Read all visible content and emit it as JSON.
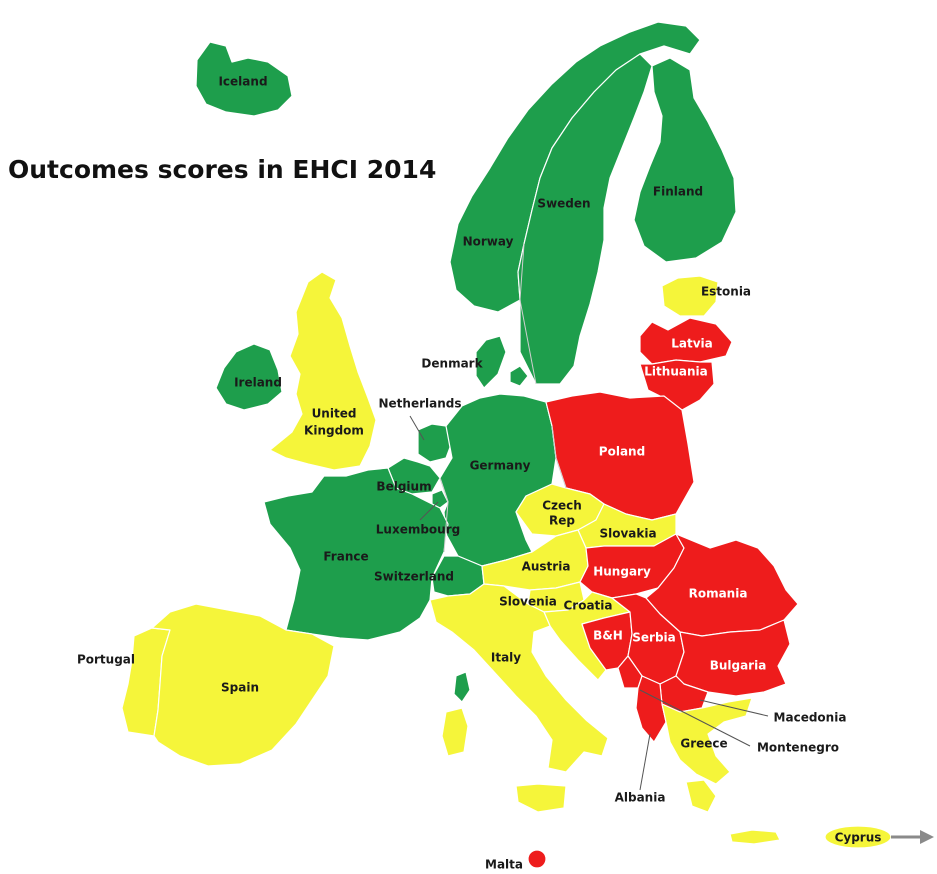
{
  "title": "Outcomes scores in EHCI 2014",
  "colors": {
    "green": "#1e9e4c",
    "yellow": "#f5f53a",
    "red": "#ee1c1c",
    "border": "#ffffff",
    "arrow": "#8a8a8a"
  },
  "countries": {
    "iceland": {
      "label": "Iceland",
      "score": "green"
    },
    "norway": {
      "label": "Norway",
      "score": "green"
    },
    "sweden": {
      "label": "Sweden",
      "score": "green"
    },
    "finland": {
      "label": "Finland",
      "score": "green"
    },
    "estonia": {
      "label": "Estonia",
      "score": "yellow"
    },
    "latvia": {
      "label": "Latvia",
      "score": "red"
    },
    "lithuania": {
      "label": "Lithuania",
      "score": "red"
    },
    "denmark": {
      "label": "Denmark",
      "score": "green"
    },
    "ireland": {
      "label": "Ireland",
      "score": "green"
    },
    "uk": {
      "label_line1": "United",
      "label_line2": "Kingdom",
      "score": "yellow"
    },
    "netherlands": {
      "label": "Netherlands",
      "score": "green"
    },
    "belgium": {
      "label": "Belgium",
      "score": "green"
    },
    "luxembourg": {
      "label": "Luxembourg",
      "score": "green"
    },
    "germany": {
      "label": "Germany",
      "score": "green"
    },
    "poland": {
      "label": "Poland",
      "score": "red"
    },
    "czech": {
      "label_line1": "Czech",
      "label_line2": "Rep",
      "score": "yellow"
    },
    "slovakia": {
      "label": "Slovakia",
      "score": "yellow"
    },
    "france": {
      "label": "France",
      "score": "green"
    },
    "switzerland": {
      "label": "Switzerland",
      "score": "green"
    },
    "austria": {
      "label": "Austria",
      "score": "yellow"
    },
    "hungary": {
      "label": "Hungary",
      "score": "red"
    },
    "romania": {
      "label": "Romania",
      "score": "red"
    },
    "slovenia": {
      "label": "Slovenia",
      "score": "yellow"
    },
    "croatia": {
      "label": "Croatia",
      "score": "yellow"
    },
    "bh": {
      "label": "B&H",
      "score": "red"
    },
    "serbia": {
      "label": "Serbia",
      "score": "red"
    },
    "bulgaria": {
      "label": "Bulgaria",
      "score": "red"
    },
    "portugal": {
      "label": "Portugal",
      "score": "yellow"
    },
    "spain": {
      "label": "Spain",
      "score": "yellow"
    },
    "italy": {
      "label": "Italy",
      "score": "yellow"
    },
    "macedonia": {
      "label": "Macedonia",
      "score": "red"
    },
    "montenegro": {
      "label": "Montenegro",
      "score": "red"
    },
    "albania": {
      "label": "Albania",
      "score": "red"
    },
    "greece": {
      "label": "Greece",
      "score": "yellow"
    },
    "cyprus": {
      "label": "Cyprus",
      "score": "yellow"
    },
    "malta": {
      "label": "Malta",
      "score": "red"
    }
  }
}
